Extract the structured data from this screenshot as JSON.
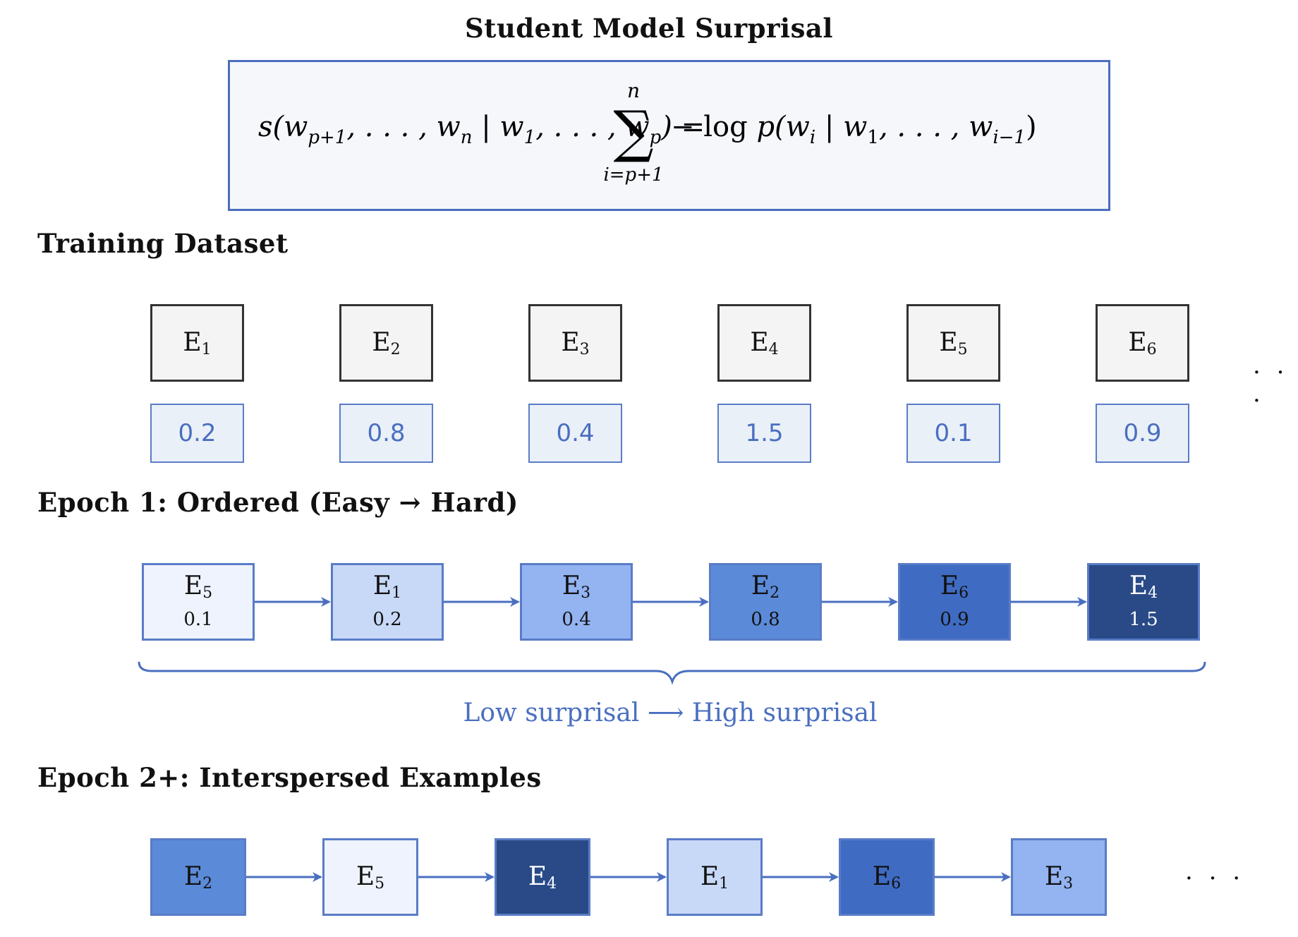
{
  "title": "Student Model Surprisal",
  "formula": {
    "lhs_func": "s",
    "lhs_args": "w",
    "sum_upper": "n",
    "sum_lower": "i=p+1",
    "rhs": "− log p(w_i | w_1, . . . , w_{i−1})"
  },
  "sections": {
    "training": "Training Dataset",
    "epoch1": "Epoch 1:  Ordered (Easy → Hard)",
    "epoch2": "Epoch 2+:  Interspersed Examples"
  },
  "training_dataset": [
    {
      "label": "E",
      "index": "1",
      "score": "0.2"
    },
    {
      "label": "E",
      "index": "2",
      "score": "0.8"
    },
    {
      "label": "E",
      "index": "3",
      "score": "0.4"
    },
    {
      "label": "E",
      "index": "4",
      "score": "1.5"
    },
    {
      "label": "E",
      "index": "5",
      "score": "0.1"
    },
    {
      "label": "E",
      "index": "6",
      "score": "0.9"
    }
  ],
  "epoch1_order": [
    {
      "label": "E",
      "index": "5",
      "score": "0.1",
      "fill": "#eef3fd",
      "text": "#111111"
    },
    {
      "label": "E",
      "index": "1",
      "score": "0.2",
      "fill": "#c8d8f7",
      "text": "#111111"
    },
    {
      "label": "E",
      "index": "3",
      "score": "0.4",
      "fill": "#93b3f1",
      "text": "#111111"
    },
    {
      "label": "E",
      "index": "2",
      "score": "0.8",
      "fill": "#5b8ad8",
      "text": "#111111"
    },
    {
      "label": "E",
      "index": "6",
      "score": "0.9",
      "fill": "#3f6cc2",
      "text": "#111111"
    },
    {
      "label": "E",
      "index": "4",
      "score": "1.5",
      "fill": "#294a87",
      "text": "#ffffff"
    }
  ],
  "epoch1_caption": "Low surprisal ⟶ High surprisal",
  "epoch2_order": [
    {
      "label": "E",
      "index": "2",
      "fill": "#5b8ad8",
      "text": "#111111"
    },
    {
      "label": "E",
      "index": "5",
      "fill": "#eef3fd",
      "text": "#111111"
    },
    {
      "label": "E",
      "index": "4",
      "fill": "#294a87",
      "text": "#ffffff"
    },
    {
      "label": "E",
      "index": "1",
      "fill": "#c8d8f7",
      "text": "#111111"
    },
    {
      "label": "E",
      "index": "6",
      "fill": "#3f6cc2",
      "text": "#111111"
    },
    {
      "label": "E",
      "index": "3",
      "fill": "#93b3f1",
      "text": "#111111"
    }
  ],
  "ellipsis": ". . .",
  "colors": {
    "accent": "#4b6dbd",
    "arrow": "#4a6fc0",
    "score_text": "#4a6fc0",
    "score_fill": "#eaf0f8",
    "dataset_fill": "#f4f4f4"
  }
}
